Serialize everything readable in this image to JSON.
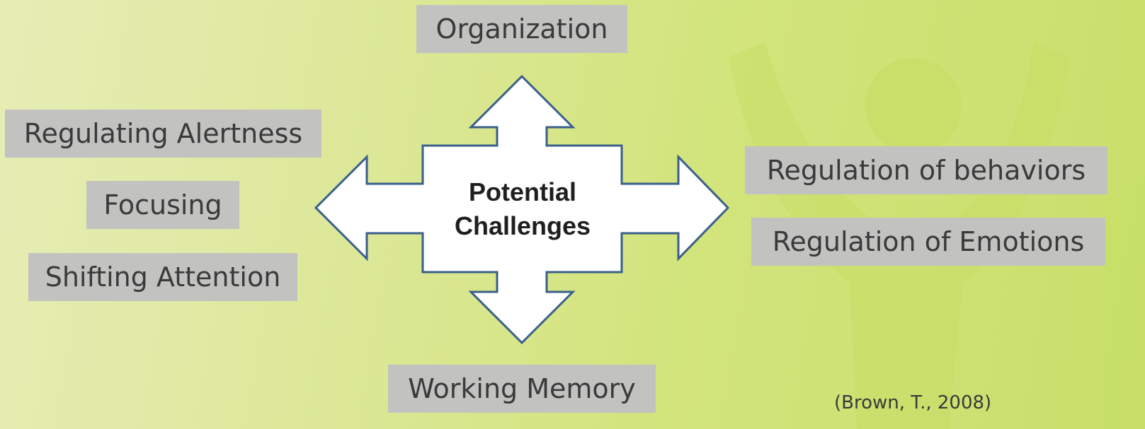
{
  "center": {
    "line1": "Potential",
    "line2": "Challenges"
  },
  "labels": {
    "organization": "Organization",
    "regulating_alertness": "Regulating Alertness",
    "focusing": "Focusing",
    "shifting_attention": "Shifting Attention",
    "regulation_behaviors": "Regulation of behaviors",
    "regulation_emotions": "Regulation of Emotions",
    "working_memory": "Working Memory"
  },
  "citation": "(Brown, T., 2008)",
  "colors": {
    "label_box": "#c2c2c0",
    "arrow_fill": "#ffffff",
    "arrow_stroke": "#3a5f8a",
    "background": "#dde89a"
  }
}
